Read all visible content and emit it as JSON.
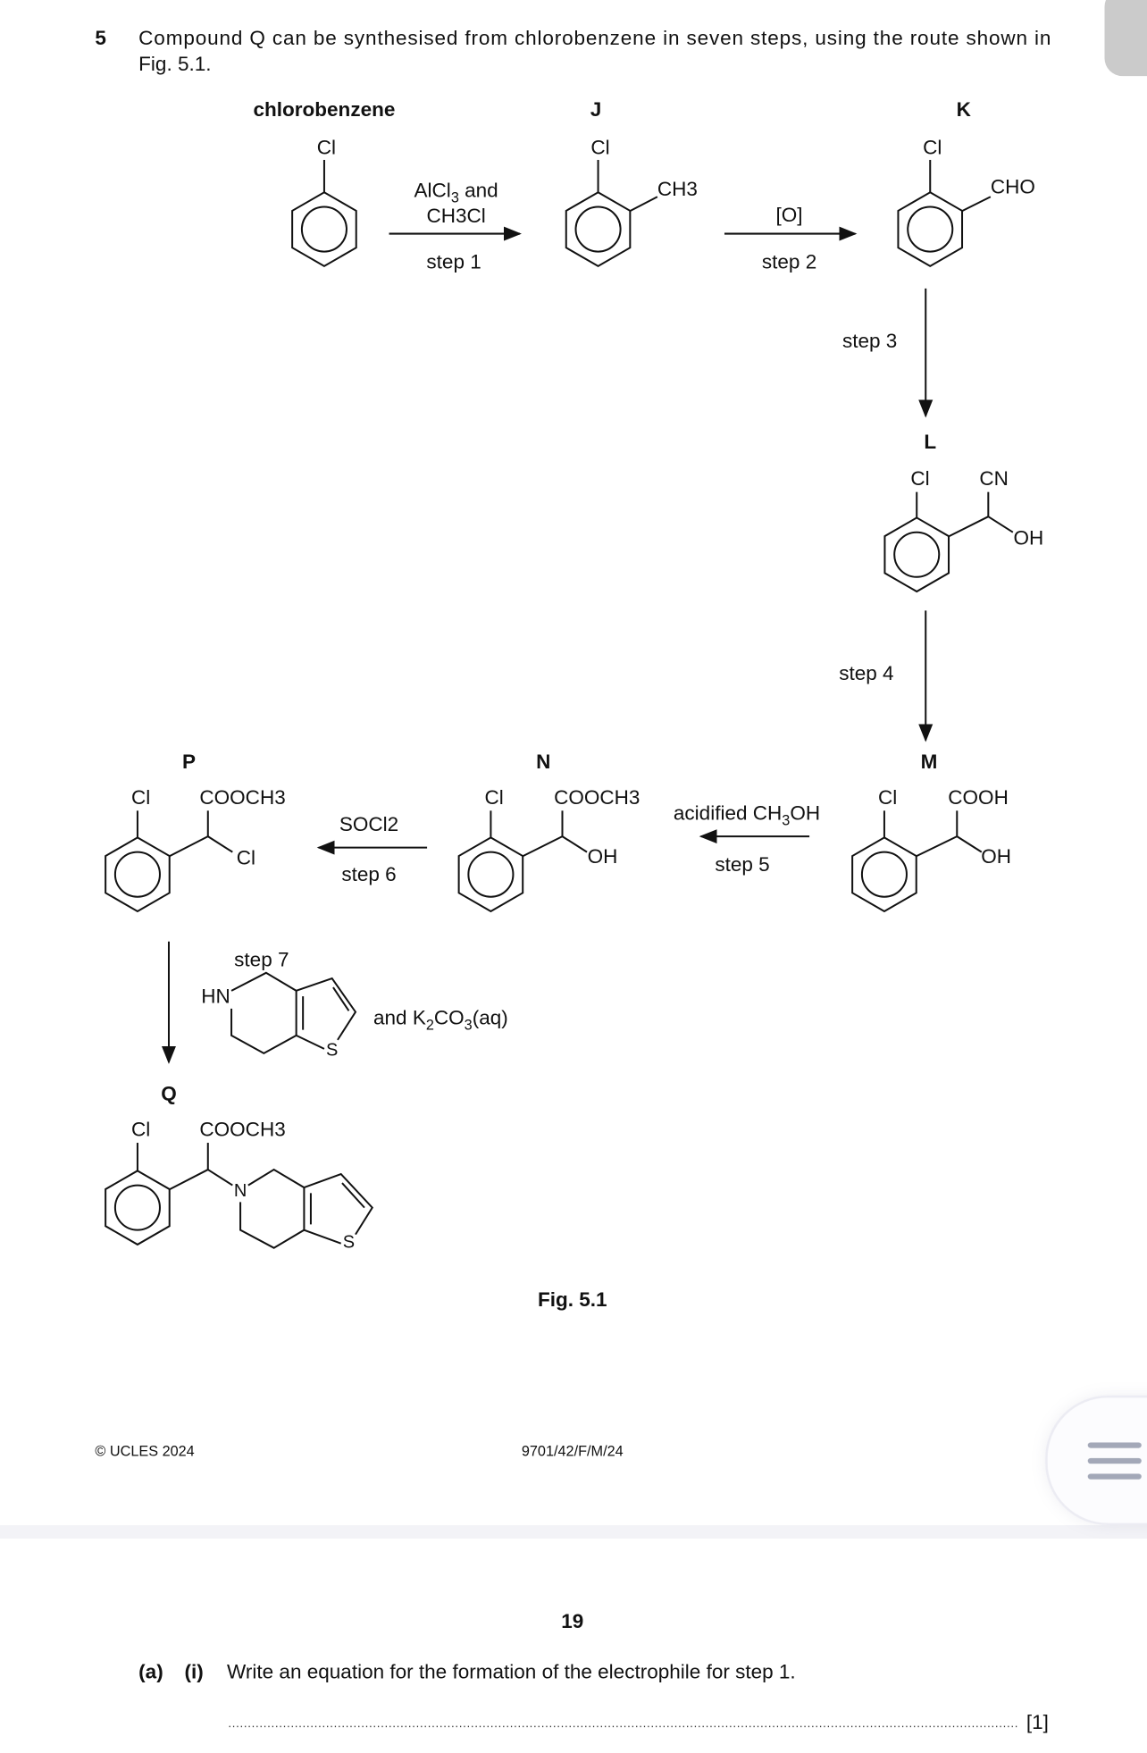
{
  "question": {
    "number": "5",
    "text_line1": "Compound Q can be synthesised from chlorobenzene in seven steps, using the route shown in",
    "text_line2": "Fig. 5.1."
  },
  "scheme": {
    "chlorobenzene": {
      "label": "chlorobenzene",
      "cl": "Cl"
    },
    "step1": {
      "reagent1": "AlCl3 and",
      "reagent2": "CH3Cl",
      "label": "step 1"
    },
    "J": {
      "label": "J",
      "cl": "Cl",
      "sub": "CH3"
    },
    "step2": {
      "reagent": "[O]",
      "label": "step 2"
    },
    "K": {
      "label": "K",
      "cl": "Cl",
      "sub": "CHO"
    },
    "step3": {
      "label": "step 3"
    },
    "L": {
      "label": "L",
      "cl": "Cl",
      "cn": "CN",
      "oh": "OH"
    },
    "step4": {
      "label": "step 4"
    },
    "M": {
      "label": "M",
      "cl": "Cl",
      "cooh": "COOH",
      "oh": "OH"
    },
    "step5": {
      "reagent": "acidified CH3OH",
      "label": "step 5"
    },
    "N": {
      "label": "N",
      "cl": "Cl",
      "ester": "COOCH3",
      "oh": "OH"
    },
    "step6": {
      "reagent": "SOCl2",
      "label": "step 6"
    },
    "P": {
      "label": "P",
      "cl": "Cl",
      "ester": "COOCH3",
      "cl2": "Cl"
    },
    "step7": {
      "label": "step 7",
      "hn": "HN",
      "s": "S",
      "reagent2": "and K2CO3(aq)"
    },
    "Q": {
      "label": "Q",
      "cl": "Cl",
      "ester": "COOCH3",
      "n": "N",
      "s": "S"
    },
    "caption": "Fig. 5.1"
  },
  "footer": {
    "copyright": "© UCLES 2024",
    "code": "9701/42/F/M/24"
  },
  "page2": {
    "page_number": "19",
    "part": "(a)",
    "subpart": "(i)",
    "prompt": "Write an equation for the formation of the electrophile for step 1.",
    "marks": "[1]"
  }
}
